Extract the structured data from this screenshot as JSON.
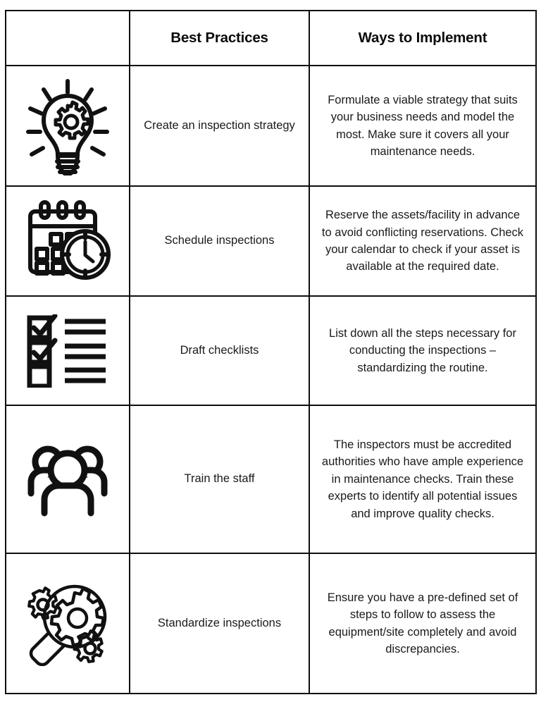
{
  "table": {
    "columns": [
      {
        "key": "icon",
        "label": ""
      },
      {
        "key": "name",
        "label": "Best Practices"
      },
      {
        "key": "detail",
        "label": "Ways to Implement"
      }
    ],
    "rows": [
      {
        "icon": "lightbulb-gear-icon",
        "name": "Create an inspection strategy",
        "detail": "Formulate a viable strategy that suits your business needs and model the most. Make sure it covers all your maintenance needs."
      },
      {
        "icon": "calendar-clock-icon",
        "name": "Schedule inspections",
        "detail": "Reserve the assets/facility in advance to avoid conflicting reservations. Check your calendar to check if your asset is available at the required date."
      },
      {
        "icon": "checklist-icon",
        "name": "Draft checklists",
        "detail": "List down all the steps necessary for conducting the inspections – standardizing the routine."
      },
      {
        "icon": "people-group-icon",
        "name": "Train the staff",
        "detail": "The inspectors must be accredited authorities who have ample experience in maintenance checks. Train these experts to identify all potential issues and improve quality checks."
      },
      {
        "icon": "magnifier-gears-icon",
        "name": "Standardize inspections",
        "detail": "Ensure you have a pre-defined set of steps to follow to assess the equipment/site completely and avoid discrepancies."
      }
    ]
  },
  "colors": {
    "border": "#0e0e0e",
    "text": "#1a1a1a",
    "heading": "#0b0b0b",
    "icon_stroke": "#111111",
    "background": "#ffffff"
  }
}
